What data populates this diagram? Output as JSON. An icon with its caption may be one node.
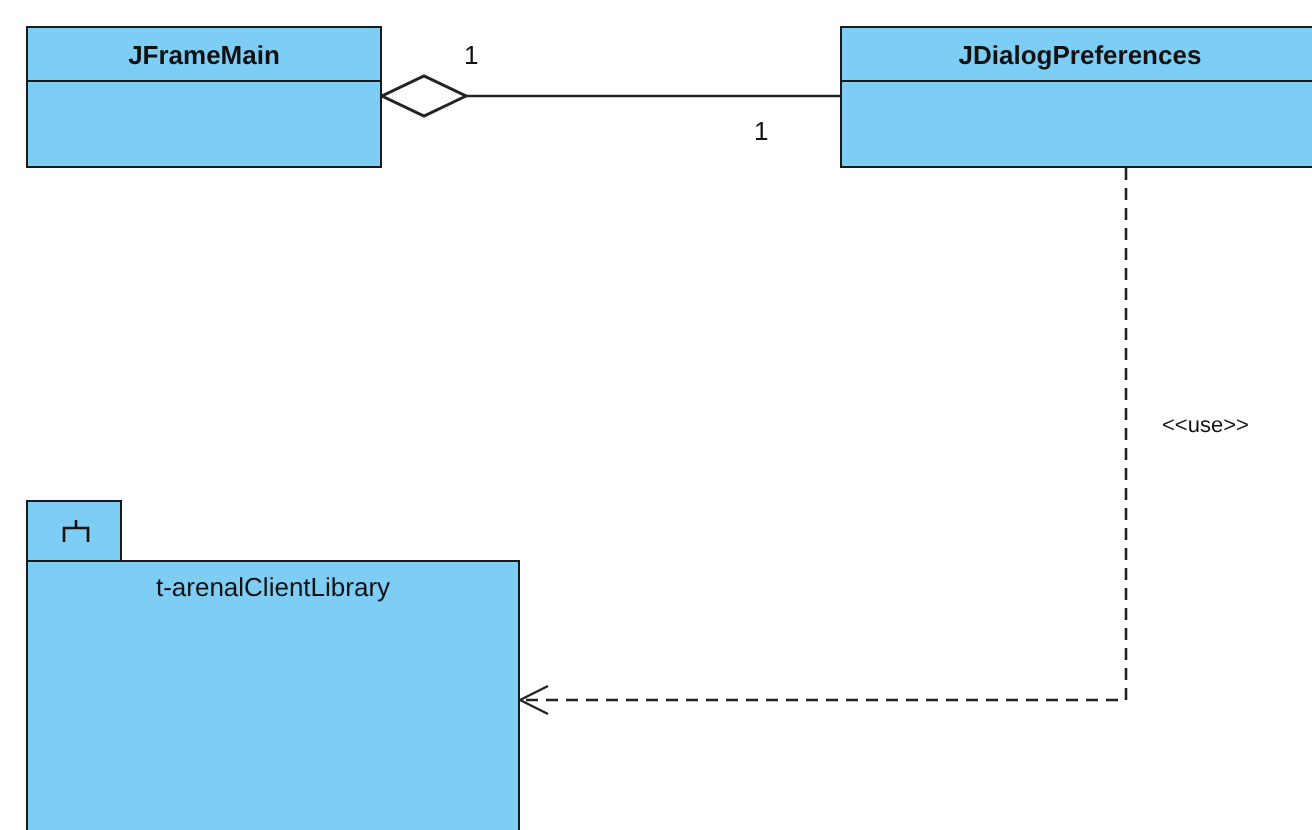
{
  "diagram": {
    "nodes": [
      {
        "text": [
          "JFrameMain"
        ]
      },
      {
        "text": [
          "JDialogPreferences"
        ]
      },
      {
        "text": [
          "t-arenalClientLibrary"
        ]
      }
    ],
    "edges": [
      {
        "from": 1,
        "to": 0,
        "arrow": "other"
      },
      {
        "from": 1,
        "to": 2,
        "arrow": "to",
        "style": "dashed",
        "label": "<<use>>"
      }
    ],
    "labels": [
      "1",
      "1"
    ]
  }
}
